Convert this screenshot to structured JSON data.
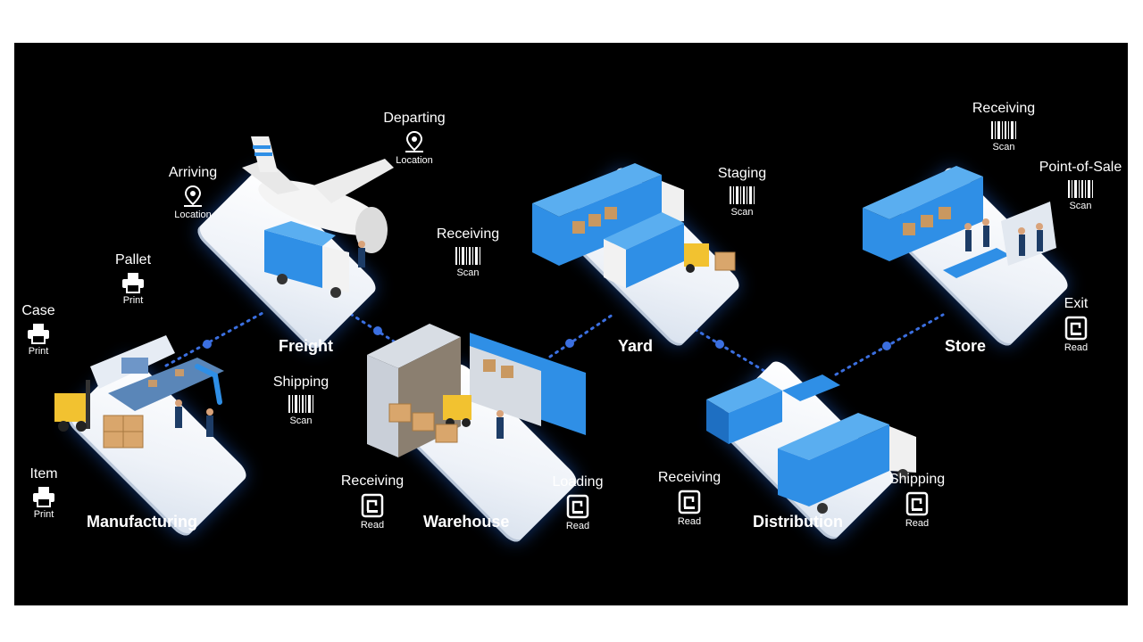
{
  "stages": {
    "manufacturing": "Manufacturing",
    "freight": "Freight",
    "warehouse": "Warehouse",
    "yard": "Yard",
    "distribution": "Distribution",
    "store": "Store"
  },
  "markers": {
    "case": {
      "label": "Case",
      "action": "Print",
      "icon": "printer-icon"
    },
    "pallet": {
      "label": "Pallet",
      "action": "Print",
      "icon": "printer-icon"
    },
    "item": {
      "label": "Item",
      "action": "Print",
      "icon": "printer-icon"
    },
    "arriving": {
      "label": "Arriving",
      "action": "Location",
      "icon": "location-pin-icon"
    },
    "departing": {
      "label": "Departing",
      "action": "Location",
      "icon": "location-pin-icon"
    },
    "freight_recv": {
      "label": "Receiving",
      "action": "Scan",
      "icon": "barcode-icon"
    },
    "shipping_mfg": {
      "label": "Shipping",
      "action": "Scan",
      "icon": "barcode-icon"
    },
    "staging": {
      "label": "Staging",
      "action": "Scan",
      "icon": "barcode-icon"
    },
    "store_recv": {
      "label": "Receiving",
      "action": "Scan",
      "icon": "barcode-icon"
    },
    "pos": {
      "label": "Point-of-Sale",
      "action": "Scan",
      "icon": "barcode-icon"
    },
    "exit": {
      "label": "Exit",
      "action": "Read",
      "icon": "rfid-reader-icon"
    },
    "wh_recv": {
      "label": "Receiving",
      "action": "Read",
      "icon": "rfid-reader-icon"
    },
    "loading": {
      "label": "Loading",
      "action": "Read",
      "icon": "rfid-reader-icon"
    },
    "dist_recv": {
      "label": "Receiving",
      "action": "Read",
      "icon": "rfid-reader-icon"
    },
    "dist_ship": {
      "label": "Shipping",
      "action": "Read",
      "icon": "rfid-reader-icon"
    }
  },
  "colors": {
    "background": "#000000",
    "accent_blue": "#2f8fe6",
    "link_dots": "#3b6fe0",
    "text": "#ffffff"
  }
}
